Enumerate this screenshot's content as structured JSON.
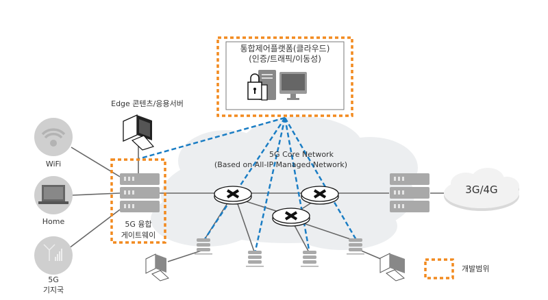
{
  "platform": {
    "title_line1": "통합제어플랫폼(클라우드)",
    "title_line2": "(인증/트래픽/이동성)"
  },
  "edge_server": {
    "label": "Edge 콘텐츠/응용서버"
  },
  "gateway": {
    "label_line1": "5G 융합",
    "label_line2": "게이트웨이"
  },
  "access": [
    {
      "label": "WiFi",
      "icon": "wifi-icon"
    },
    {
      "label": "Home",
      "icon": "laptop-icon"
    },
    {
      "label_line1": "5G",
      "label_line2": "기지국",
      "icon": "antenna-icon"
    }
  ],
  "core": {
    "line1": "5G Core Network",
    "line2": "(Based on All-IP Managed Network)"
  },
  "legacy": {
    "label": "3G/4G"
  },
  "legend": {
    "label": "개발범위"
  },
  "colors": {
    "scope_border": "#f28a1f",
    "control_link": "#1a7dc4",
    "cloud": "#eceef0",
    "device": "#a9a9a9"
  }
}
